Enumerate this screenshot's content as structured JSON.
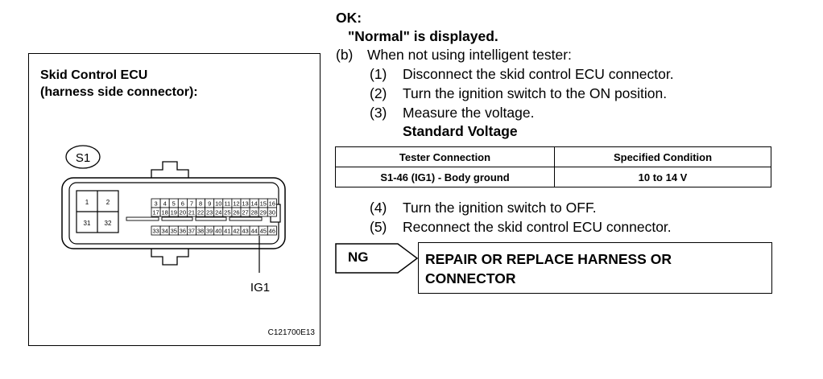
{
  "figure": {
    "title_line1": "Skid Control ECU",
    "title_line2": "(harness side connector):",
    "connector_id": "S1",
    "pin_label": "IG1",
    "figure_code": "C121700E13",
    "pins_left_top": [
      "1",
      "2"
    ],
    "pins_left_bottom": [
      "31",
      "32"
    ],
    "pins_row1": [
      "3",
      "4",
      "5",
      "6",
      "7",
      "8",
      "9",
      "10",
      "11",
      "12",
      "13",
      "14",
      "15",
      "16"
    ],
    "pins_row2": [
      "17",
      "18",
      "19",
      "20",
      "21",
      "22",
      "23",
      "24",
      "25",
      "26",
      "27",
      "28",
      "29",
      "30"
    ],
    "pins_row3": [
      "33",
      "34",
      "35",
      "36",
      "37",
      "38",
      "39",
      "40",
      "41",
      "42",
      "43",
      "44",
      "45",
      "46"
    ]
  },
  "ok_label": "OK:",
  "ok_result": "\"Normal\" is displayed.",
  "step_b": {
    "label": "(b)",
    "text": "When not using intelligent tester:",
    "items": [
      {
        "num": "(1)",
        "text": "Disconnect the skid control ECU connector."
      },
      {
        "num": "(2)",
        "text": "Turn the ignition switch to the ON position."
      },
      {
        "num": "(3)",
        "text": "Measure the voltage."
      }
    ],
    "standard_heading": "Standard Voltage"
  },
  "spec_table": {
    "headers": [
      "Tester Connection",
      "Specified Condition"
    ],
    "rows": [
      [
        "S1-46 (IG1) - Body ground",
        "10 to 14 V"
      ]
    ]
  },
  "after_items": [
    {
      "num": "(4)",
      "text": "Turn the ignition switch to OFF."
    },
    {
      "num": "(5)",
      "text": "Reconnect the skid control ECU connector."
    }
  ],
  "ng": {
    "label": "NG",
    "result_line1": "REPAIR OR REPLACE HARNESS OR",
    "result_line2": "CONNECTOR"
  }
}
